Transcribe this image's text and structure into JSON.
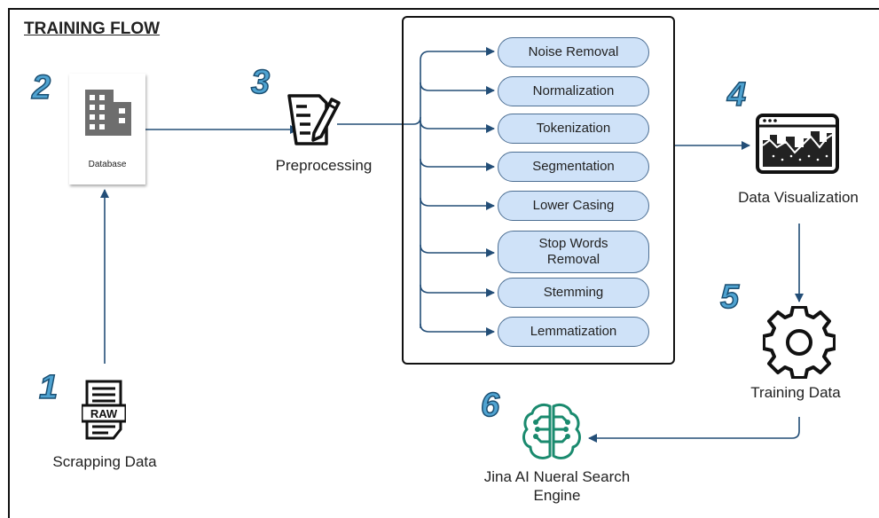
{
  "title": "TRAINING FLOW",
  "steps": [
    {
      "number": "1",
      "label": "Scrapping Data",
      "icon": "raw-file-icon",
      "icon_text": "RAW"
    },
    {
      "number": "2",
      "label": "Database",
      "icon": "building-icon"
    },
    {
      "number": "3",
      "label": "Preprocessing",
      "icon": "document-pen-icon"
    },
    {
      "number": "4",
      "label": "Data Visualization",
      "icon": "chart-monitor-icon"
    },
    {
      "number": "5",
      "label": "Training Data",
      "icon": "gear-icon"
    },
    {
      "number": "6",
      "label": "Jina AI Nueral Search Engine",
      "icon": "brain-circuit-icon"
    }
  ],
  "preprocessing_steps": [
    "Noise Removal",
    "Normalization",
    "Tokenization",
    "Segmentation",
    "Lower Casing",
    "Stop Words Removal",
    "Stemming",
    "Lemmatization"
  ],
  "colors": {
    "arrow": "#234e77",
    "pill_fill": "#cfe2f8",
    "pill_border": "#4d6f93",
    "step_number": "#4fa3d1",
    "brain_icon": "#1a8a6e"
  }
}
